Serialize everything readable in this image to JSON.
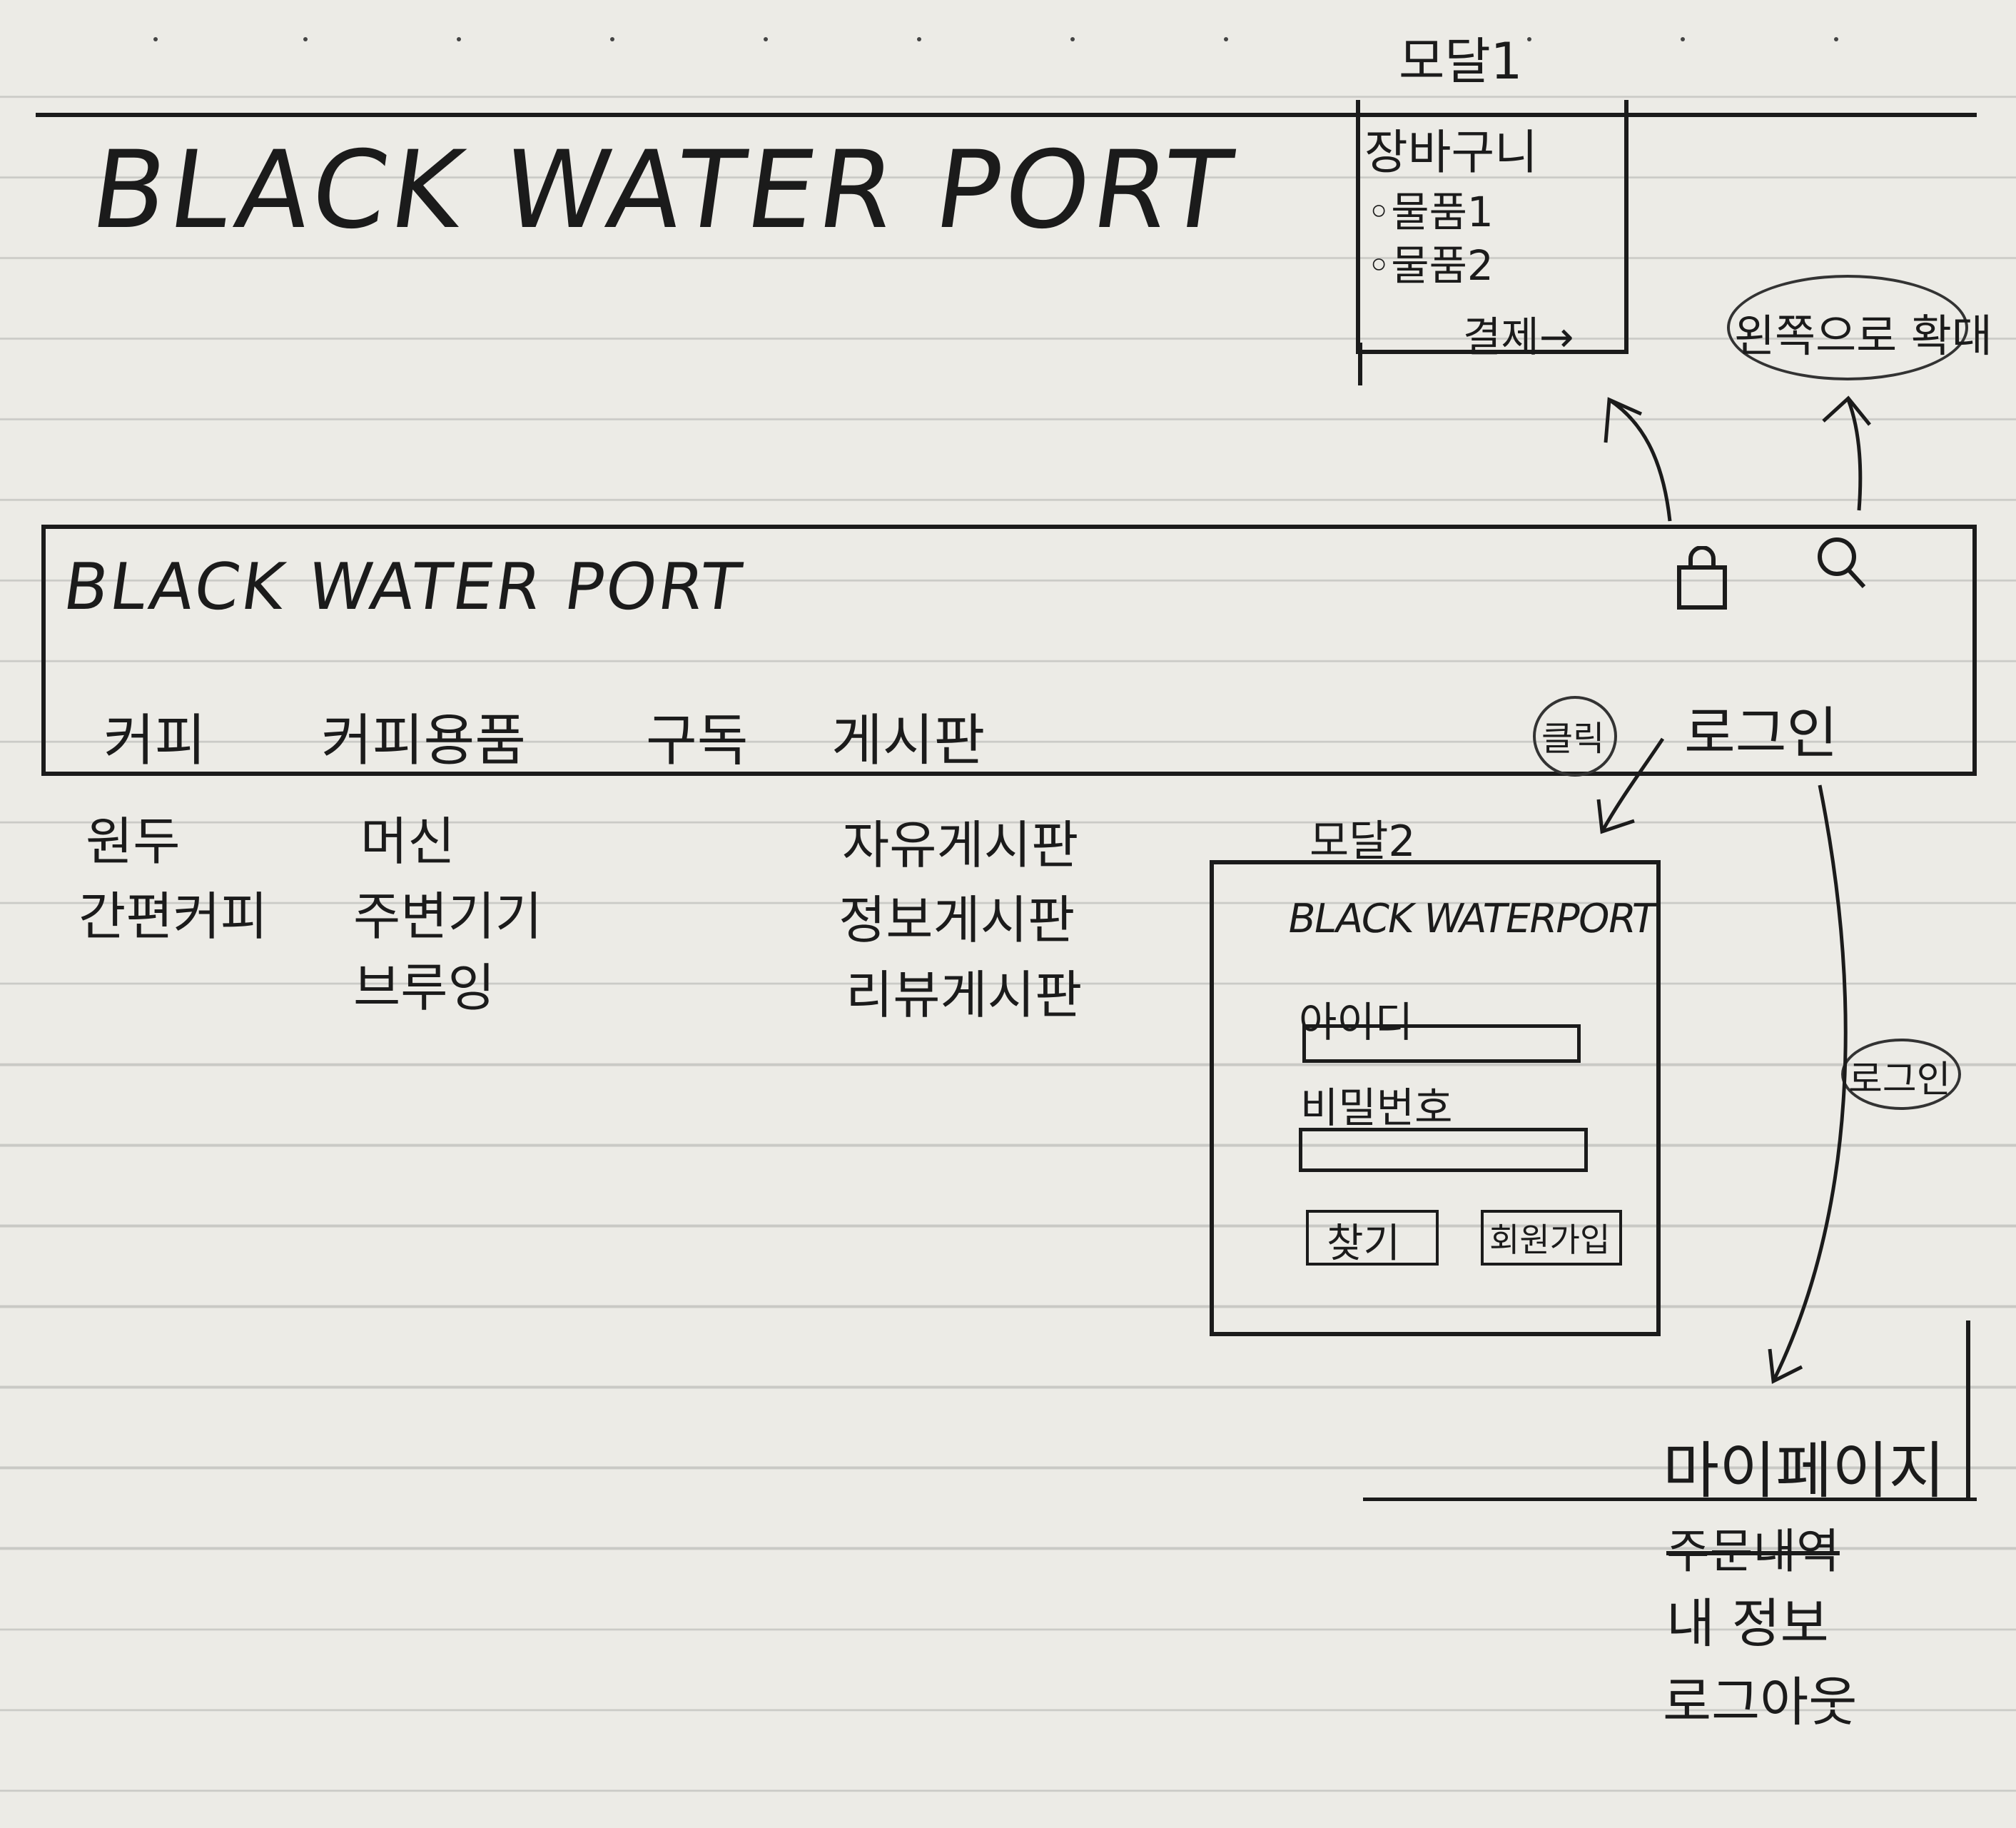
{
  "modal1": {
    "label": "모달1",
    "title": "장바구니",
    "items": [
      "◦물품1",
      "◦물품2"
    ],
    "checkout": "결제→"
  },
  "top_title": "BLACK WATER PORT",
  "header": {
    "logo": "BLACK WATER PORT",
    "icons": [
      "bag-icon",
      "search-icon"
    ],
    "nav": [
      "커피",
      "커피용품",
      "구독",
      "게시판"
    ],
    "login": "로그인",
    "click_note": "클릭"
  },
  "search_note": "왼쪽으로 확대",
  "submenus": {
    "coffee": [
      "원두",
      "간편커피"
    ],
    "supplies": [
      "머신",
      "주변기기",
      "브루잉"
    ],
    "board": [
      "자유게시판",
      "정보게시판",
      "리뷰게시판"
    ]
  },
  "modal2": {
    "label": "모달2",
    "logo": "BLACK WATERPORT",
    "id_label": "아이디",
    "pw_label": "비밀번호",
    "find_button": "찾기",
    "signup_button": "회원가입"
  },
  "login_note": "로그인",
  "mypage": {
    "title": "마이페이지",
    "struck_item": "주문내역",
    "items": [
      "내 정보",
      "로그아웃"
    ]
  }
}
